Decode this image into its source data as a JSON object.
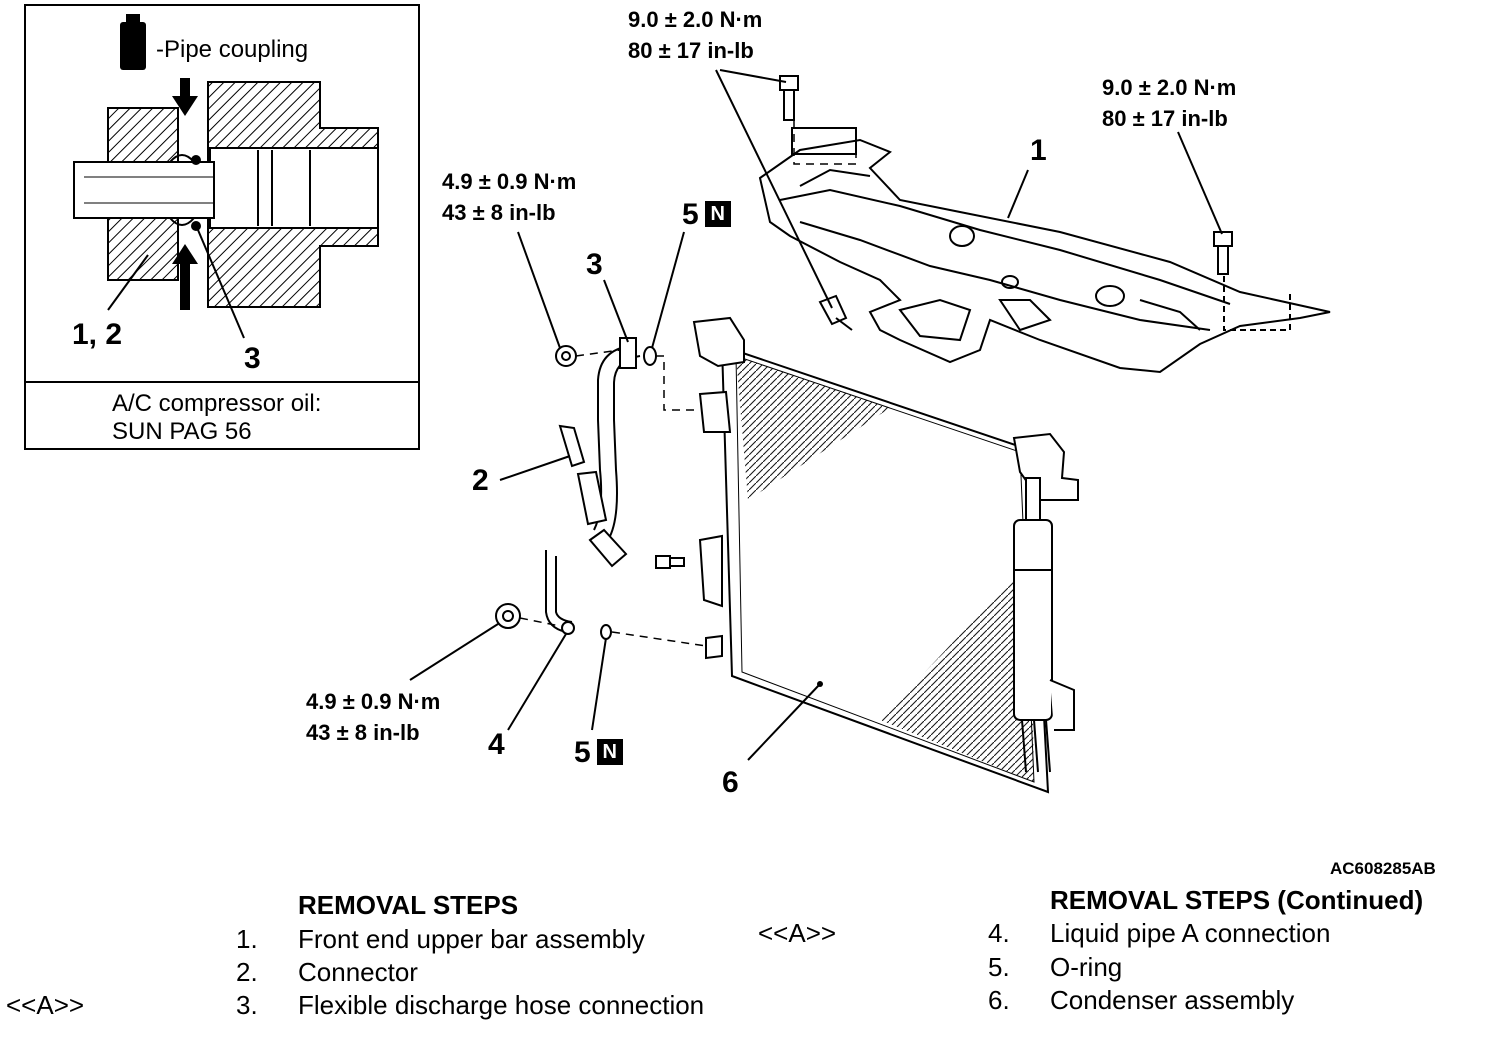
{
  "inset": {
    "legend": "-Pipe coupling",
    "label_12": "1, 2",
    "label_3": "3",
    "oil_line1": "A/C compressor oil:",
    "oil_line2": "SUN PAG 56"
  },
  "torques": {
    "top_center": {
      "line1": "9.0 ± 2.0 N·m",
      "line2": "80 ± 17 in-lb"
    },
    "top_right": {
      "line1": "9.0 ± 2.0 N·m",
      "line2": "80 ± 17 in-lb"
    },
    "upper_left": {
      "line1": "4.9 ± 0.9 N·m",
      "line2": "43 ± 8 in-lb"
    },
    "lower_left": {
      "line1": "4.9 ± 0.9 N·m",
      "line2": "43 ± 8 in-lb"
    }
  },
  "callouts": {
    "c1": "1",
    "c2": "2",
    "c3": "3",
    "c4": "4",
    "c5_top": "5",
    "c5_bottom": "5",
    "c6": "6",
    "new_part": "N"
  },
  "figure_code": "AC608285AB",
  "steps_left": {
    "header": "REMOVAL STEPS",
    "items": [
      {
        "num": "1.",
        "text": "Front end upper bar assembly",
        "tag": ""
      },
      {
        "num": "2.",
        "text": "Connector",
        "tag": ""
      },
      {
        "num": "3.",
        "text": "Flexible discharge hose connection",
        "tag": "<<A>>"
      }
    ]
  },
  "steps_right": {
    "header": "REMOVAL STEPS (Continued)",
    "items": [
      {
        "num": "4.",
        "text": "Liquid pipe A connection",
        "tag": "<<A>>"
      },
      {
        "num": "5.",
        "text": "O-ring",
        "tag": ""
      },
      {
        "num": "6.",
        "text": "Condenser assembly",
        "tag": ""
      }
    ]
  }
}
